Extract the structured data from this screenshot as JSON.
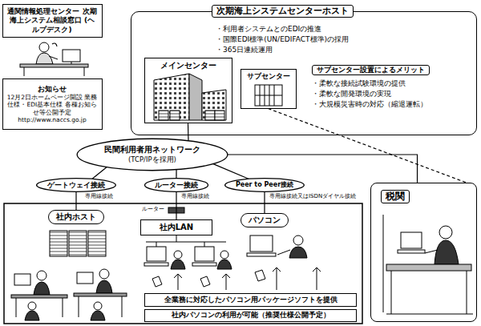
{
  "diagram": {
    "nodes": [
      {
        "text": [
          "通関情報処理センター 次期海上システム相談窓口 (ヘルプデスク)"
        ]
      },
      {
        "text": [
          "お知らせ",
          "12月2日ホームページ開設 業務仕様・EDI基本仕様 各種お知らせ等公開予定",
          "http://www.naccs.go.jp"
        ]
      },
      {
        "text": [
          "次期海上システムセンターホスト",
          "・利用者システムとのEDIの推進",
          "・国際EDI標準(UN/EDIFACT標準)の採用",
          "・365日連続運用",
          "サブセンター設置によるメリット",
          "・柔軟な接続試験環境の提供",
          "・柔軟な開発環境の実現",
          "・大規模災害時の対応（縮退運転）"
        ]
      },
      {
        "text": [
          "メインセンター"
        ],
        "in": 2
      },
      {
        "text": [
          "サブセンター"
        ],
        "in": 2
      },
      {
        "text": [
          "民間利用者用ネットワーク",
          "(TCP/IPを採用)"
        ]
      },
      {
        "text": [
          "ゲートウェイ接続"
        ]
      },
      {
        "text": [
          "ルーター接続"
        ]
      },
      {
        "text": [
          "Peer to Peer接続"
        ]
      },
      {
        "text": [
          "社内ホスト"
        ]
      },
      {
        "text": [
          "社内LAN"
        ]
      },
      {
        "text": [
          "パソコン"
        ]
      },
      {
        "text": [
          "全業務に対応したパソコン用パッケージソフトを提供"
        ]
      },
      {
        "text": [
          "社内パソコンの利用が可能（推奨仕様公開予定）"
        ]
      },
      {
        "text": [
          "税関"
        ]
      }
    ],
    "edges": [
      {
        "from": 3,
        "to": 5,
        "arrow": "none"
      },
      {
        "from": 5,
        "to": 6,
        "arrow": "none"
      },
      {
        "from": 5,
        "to": 7,
        "arrow": "none"
      },
      {
        "from": 5,
        "to": 8,
        "arrow": "none"
      },
      {
        "from": 6,
        "to": 9,
        "arrow": "none"
      },
      {
        "from": 7,
        "to": 10,
        "arrow": "none"
      },
      {
        "from": 8,
        "to": 11,
        "arrow": "none"
      },
      {
        "from": 5,
        "to": 14,
        "arrow": "none"
      },
      {
        "from": 4,
        "to": 14,
        "arrow": "none"
      }
    ],
    "labels": [
      "専用線接続",
      "専用線接続",
      "専用線接続又はISDNダイヤル接続",
      "ルーター"
    ]
  }
}
